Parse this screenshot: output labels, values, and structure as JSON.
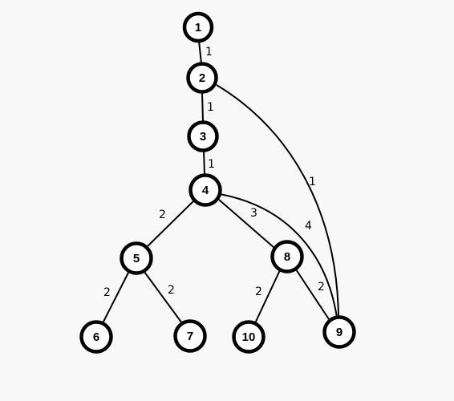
{
  "graph": {
    "nodes": [
      {
        "id": "1",
        "label": "1"
      },
      {
        "id": "2",
        "label": "2"
      },
      {
        "id": "3",
        "label": "3"
      },
      {
        "id": "4",
        "label": "4"
      },
      {
        "id": "5",
        "label": "5"
      },
      {
        "id": "6",
        "label": "6"
      },
      {
        "id": "7",
        "label": "7"
      },
      {
        "id": "8",
        "label": "8"
      },
      {
        "id": "9",
        "label": "9"
      },
      {
        "id": "10",
        "label": "10"
      }
    ],
    "edges": [
      {
        "from": "1",
        "to": "2",
        "weight": "1"
      },
      {
        "from": "2",
        "to": "3",
        "weight": "1"
      },
      {
        "from": "3",
        "to": "4",
        "weight": "1"
      },
      {
        "from": "2",
        "to": "9",
        "weight": "1"
      },
      {
        "from": "4",
        "to": "5",
        "weight": "2"
      },
      {
        "from": "4",
        "to": "8",
        "weight": "3"
      },
      {
        "from": "4",
        "to": "9",
        "weight": "4"
      },
      {
        "from": "5",
        "to": "6",
        "weight": "2"
      },
      {
        "from": "5",
        "to": "7",
        "weight": "2"
      },
      {
        "from": "8",
        "to": "10",
        "weight": "2"
      },
      {
        "from": "8",
        "to": "9",
        "weight": "2"
      }
    ]
  }
}
